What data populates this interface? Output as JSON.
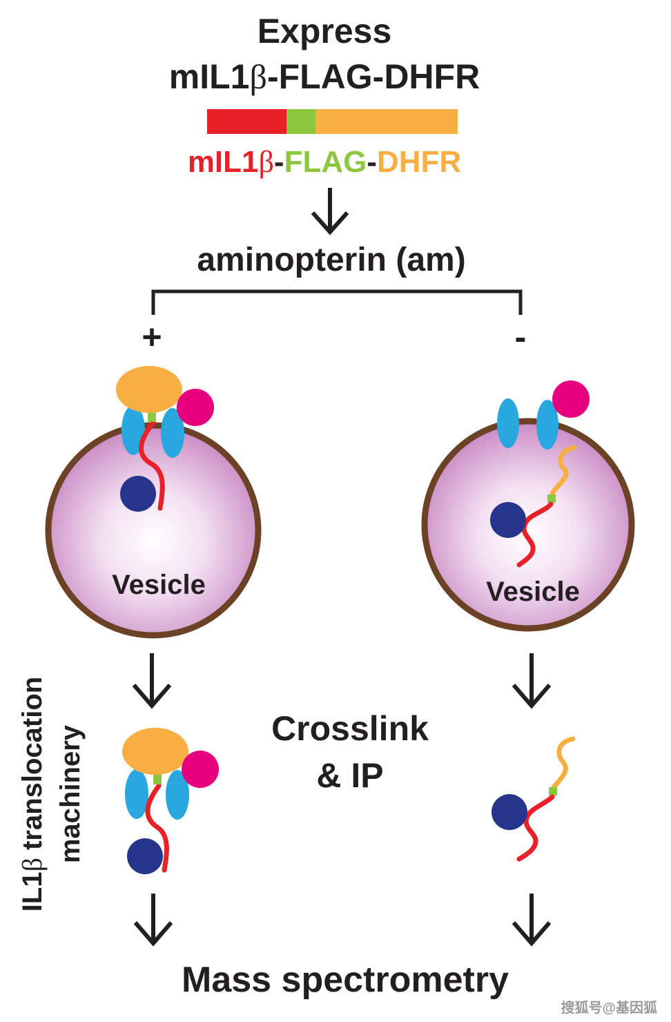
{
  "title": {
    "line1": "Express",
    "line2_a": "mIL1",
    "line2_beta": "β",
    "line2_b": "-FLAG-DHFR"
  },
  "construct_bar": {
    "colors": {
      "mil1b": "#e8202a",
      "flag": "#8dc63f",
      "dhfr": "#f7ae42"
    },
    "label": {
      "mil1b_a": "mIL1",
      "mil1b_beta": "β",
      "dash1": "-",
      "flag": "FLAG",
      "dash2": "-",
      "dhfr": "DHFR"
    }
  },
  "treatment": {
    "label": "aminopterin (am)",
    "plus": "+",
    "minus": "-"
  },
  "vesicle": {
    "left_label": "Vesicle",
    "right_label": "Vesicle"
  },
  "side_label": {
    "line1_a": "IL1",
    "line1_beta": "β",
    "line1_b": " translocation",
    "line2": "machinery"
  },
  "step": {
    "line1": "Crosslink",
    "line2": "& IP"
  },
  "final": "Mass spectrometry",
  "watermark": "搜狐号@基因狐",
  "colors": {
    "vesicle_rim": "#6b4226",
    "vesicle_fill_center": "#ffffff",
    "vesicle_fill_edge": "#c98ac4",
    "channel": "#29a8e0",
    "pink_partner": "#e6007e",
    "navy_ball": "#27348b",
    "orange_blob": "#f7ae42",
    "text": "#231f20"
  }
}
